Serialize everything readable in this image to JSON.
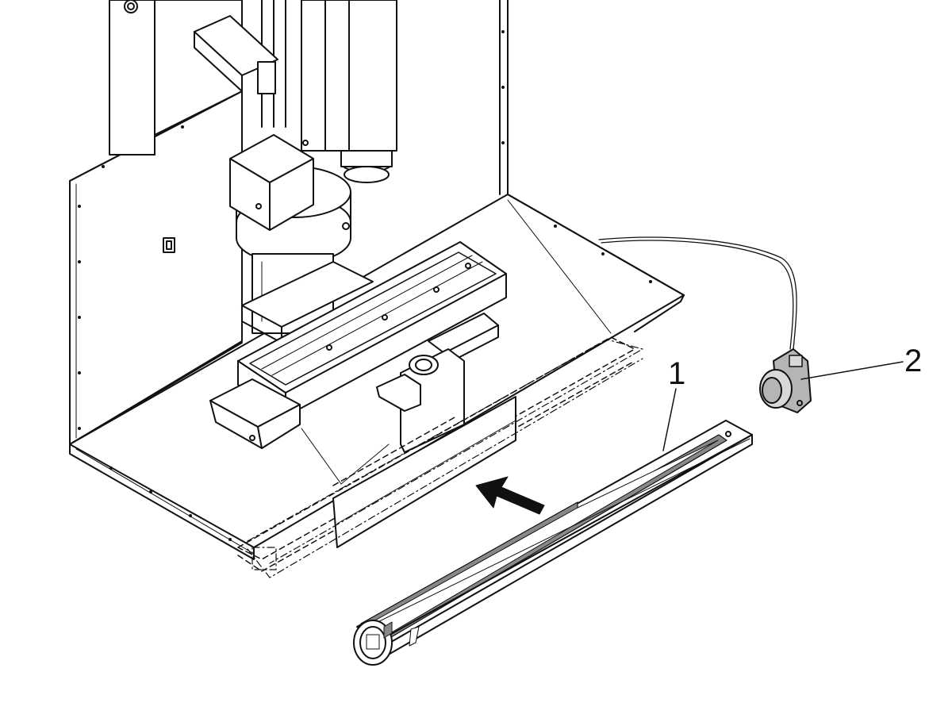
{
  "callouts": [
    {
      "label": "1",
      "part": "chip-auger-trough"
    },
    {
      "label": "2",
      "part": "auger-motor"
    }
  ],
  "colors": {
    "line": "#111111",
    "paper": "#ffffff",
    "shade": "#888888",
    "light": "#d9d9d9",
    "motor": "#b5b5b5"
  }
}
